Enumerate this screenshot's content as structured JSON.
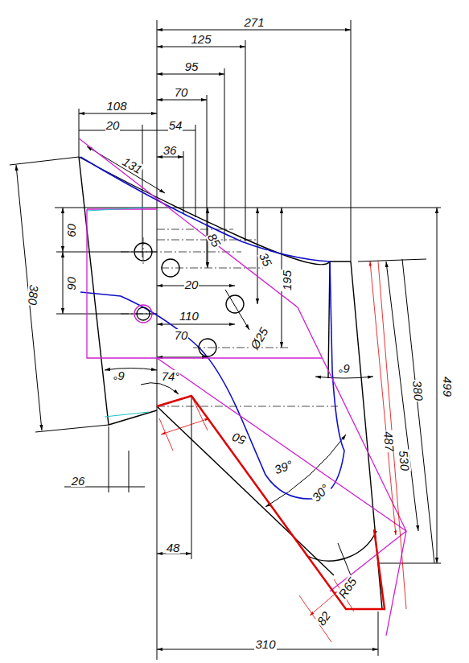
{
  "diagram": {
    "labels": [
      "271",
      "125",
      "95",
      "70",
      "108",
      "20",
      "54",
      "36",
      "131",
      "60",
      "90",
      "380",
      "85",
      "35",
      "195",
      "20",
      "110",
      "Ø25",
      "70",
      "6°",
      "6°",
      "74°",
      "50",
      "39°",
      "30°",
      "487",
      "530",
      "380",
      "499",
      "48",
      "26",
      "R65",
      "82",
      "310"
    ]
  }
}
